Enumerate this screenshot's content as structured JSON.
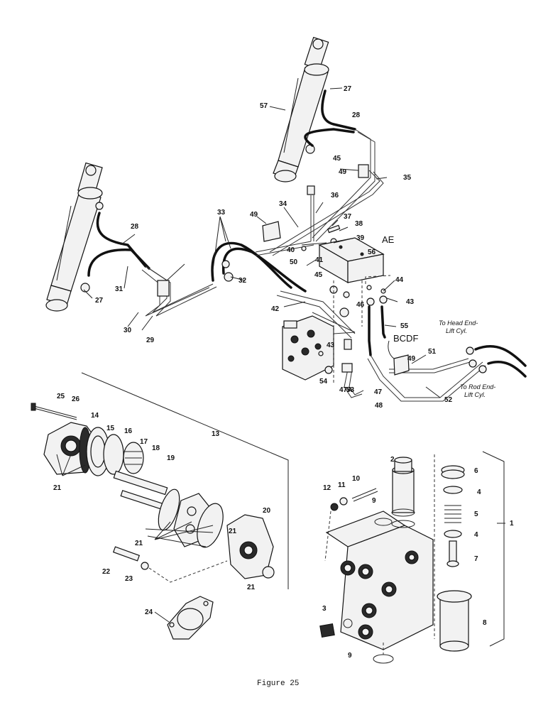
{
  "caption": "Figure 25",
  "callouts": [
    "1",
    "2",
    "3",
    "4",
    "4",
    "5",
    "6",
    "7",
    "8",
    "9",
    "9",
    "10",
    "11",
    "12",
    "13",
    "14",
    "15",
    "16",
    "17",
    "18",
    "19",
    "20",
    "21",
    "21",
    "21",
    "21",
    "22",
    "23",
    "24",
    "25",
    "26",
    "27",
    "27",
    "28",
    "28",
    "29",
    "30",
    "31",
    "32",
    "33",
    "34",
    "35",
    "36",
    "37",
    "38",
    "39",
    "40",
    "41",
    "42",
    "43",
    "43",
    "44",
    "45",
    "45",
    "46",
    "47",
    "47A",
    "48",
    "49",
    "49",
    "49",
    "50",
    "51",
    "52",
    "53",
    "54",
    "55",
    "56",
    "57"
  ],
  "text_labels": {
    "ae": "AE",
    "bcdf": "BCDF",
    "head_end_1": "To Head End-",
    "head_end_2": "Lift Cyl.",
    "rod_end_1": "To Rod End-",
    "rod_end_2": "Lift Cyl."
  }
}
